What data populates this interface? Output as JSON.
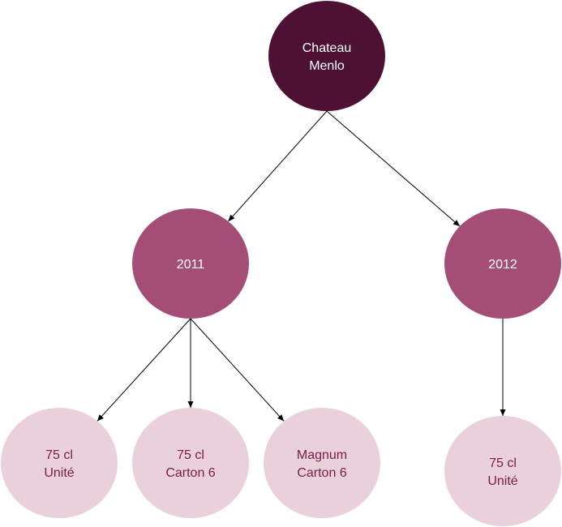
{
  "colors": {
    "root_fill": "#4d1233",
    "root_text": "#ffffff",
    "year_fill": "#a44d76",
    "year_text": "#ffffff",
    "leaf_fill": "#ead0da",
    "leaf_text": "#7a1d45",
    "edge": "#000000"
  },
  "nodes": {
    "root": {
      "lines": [
        "Chateau",
        "Menlo"
      ]
    },
    "y2011": {
      "lines": [
        "2011"
      ]
    },
    "y2012": {
      "lines": [
        "2012"
      ]
    },
    "leaf_2011_unite": {
      "lines": [
        "75 cl",
        "Unité"
      ]
    },
    "leaf_2011_carton": {
      "lines": [
        "75 cl",
        "Carton 6"
      ]
    },
    "leaf_2011_magnum": {
      "lines": [
        "Magnum",
        "Carton 6"
      ]
    },
    "leaf_2012_unite": {
      "lines": [
        "75 cl",
        "Unité"
      ]
    }
  },
  "edges": [
    {
      "from": "root",
      "to": "y2011"
    },
    {
      "from": "root",
      "to": "y2012"
    },
    {
      "from": "y2011",
      "to": "leaf_2011_unite"
    },
    {
      "from": "y2011",
      "to": "leaf_2011_carton"
    },
    {
      "from": "y2011",
      "to": "leaf_2011_magnum"
    },
    {
      "from": "y2012",
      "to": "leaf_2012_unite"
    }
  ]
}
